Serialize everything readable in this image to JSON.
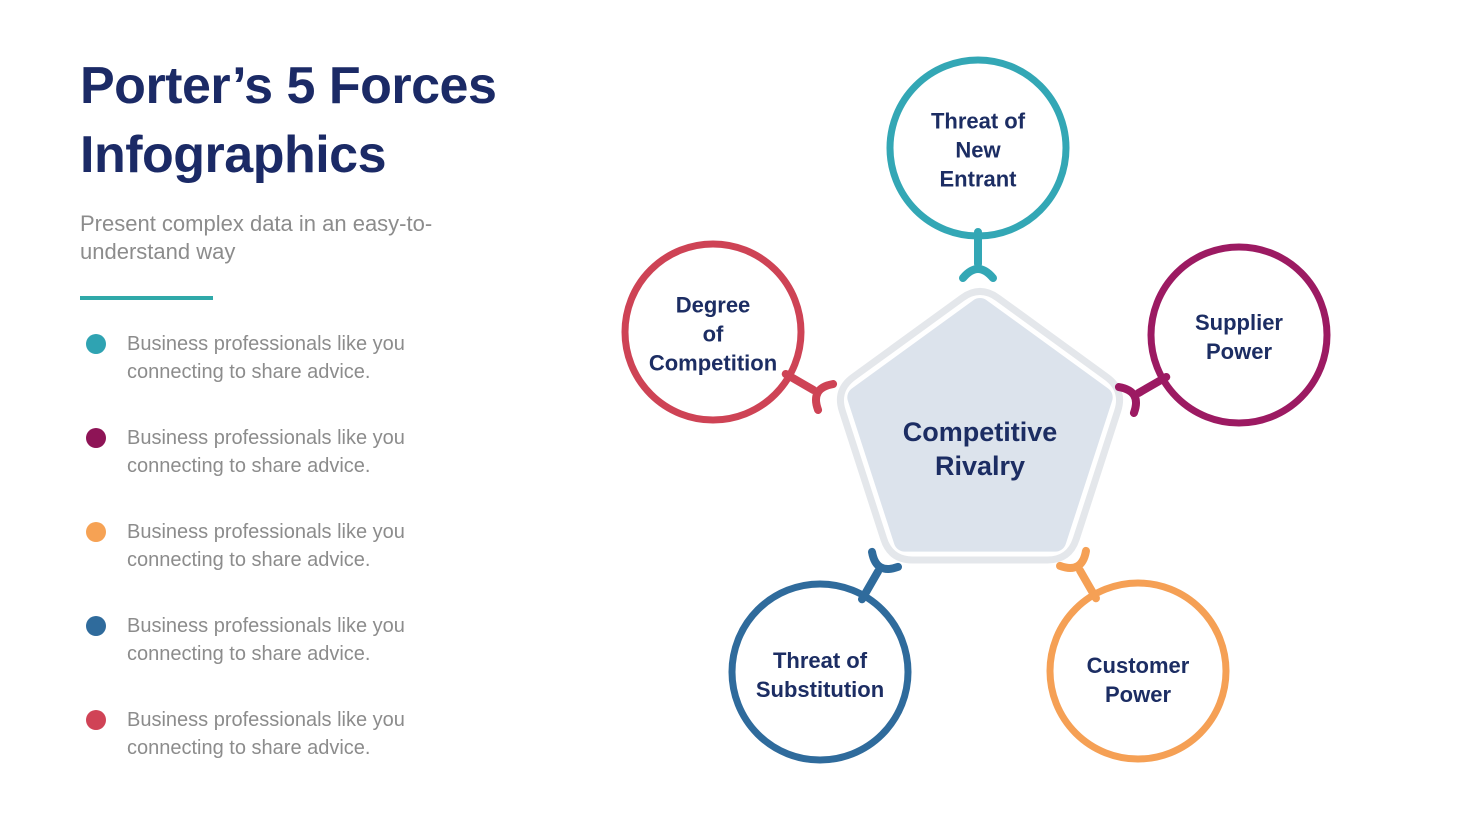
{
  "page": {
    "background": "#FFFFFF"
  },
  "header": {
    "title_line1": "Porter’s 5 Forces",
    "title_line2": "Infographics",
    "title_color": "#1B2A66",
    "subtitle": "Present complex data in an easy-to-understand way",
    "subtitle_color": "#8C8C8C",
    "divider_color": "#2FA9A9"
  },
  "bullets": {
    "items": [
      {
        "color": "#2FA3B2",
        "text": "Business professionals like you connecting to share advice."
      },
      {
        "color": "#8E1456",
        "text": "Business professionals like you connecting to share advice."
      },
      {
        "color": "#F6A254",
        "text": "Business professionals like you connecting to share advice."
      },
      {
        "color": "#2F6B9C",
        "text": "Business professionals like you connecting to share advice."
      },
      {
        "color": "#D04356",
        "text": "Business professionals like you connecting to share advice."
      }
    ]
  },
  "diagram": {
    "center": {
      "line1": "Competitive",
      "line2": "Rivalry",
      "fill": "#DCE3EC",
      "ring_color": "#E4E7EB",
      "text_color": "#1C2D63"
    },
    "forces": [
      {
        "id": "threat-of-new-entrant",
        "color": "#33A7B5",
        "lines": [
          "Threat of",
          "New",
          "Entrant"
        ]
      },
      {
        "id": "supplier-power",
        "color": "#9C1A62",
        "lines": [
          "Supplier",
          "Power"
        ]
      },
      {
        "id": "customer-power",
        "color": "#F5A055",
        "lines": [
          "Customer",
          "Power"
        ]
      },
      {
        "id": "threat-of-substitution",
        "color": "#2F6B9C",
        "lines": [
          "Threat of",
          "Substitution"
        ]
      },
      {
        "id": "degree-of-competition",
        "color": "#CE4355",
        "lines": [
          "Degree",
          "of",
          "Competition"
        ]
      }
    ]
  }
}
